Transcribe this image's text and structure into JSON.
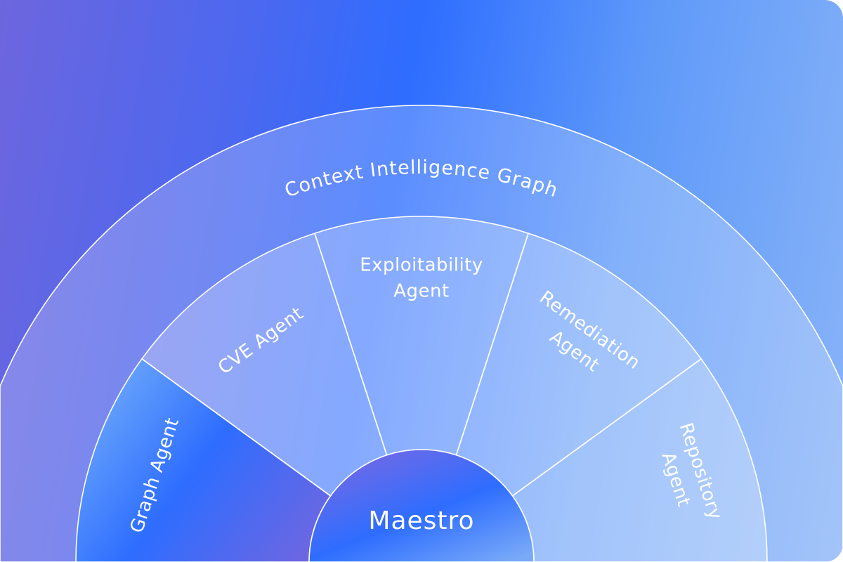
{
  "diagram": {
    "outer_ring": {
      "label": "Context Intelligence Graph"
    },
    "agents": [
      {
        "label": "Graph Agent",
        "lines": [
          "Graph Agent"
        ],
        "highlighted": true
      },
      {
        "label": "CVE Agent",
        "lines": [
          "CVE Agent"
        ],
        "highlighted": false
      },
      {
        "label": "Exploitability Agent",
        "lines": [
          "Exploitability",
          "Agent"
        ],
        "highlighted": false
      },
      {
        "label": "Remediation Agent",
        "lines": [
          "Remediation",
          "Agent"
        ],
        "highlighted": false
      },
      {
        "label": "Repository Agent",
        "lines": [
          "Repository",
          "Agent"
        ],
        "highlighted": false
      }
    ],
    "center": {
      "label": "Maestro"
    }
  },
  "colors": {
    "purple": "#6d66de",
    "blue": "#2e6dff",
    "light_blue": "#8ab4f8",
    "line": "#ffffff"
  }
}
